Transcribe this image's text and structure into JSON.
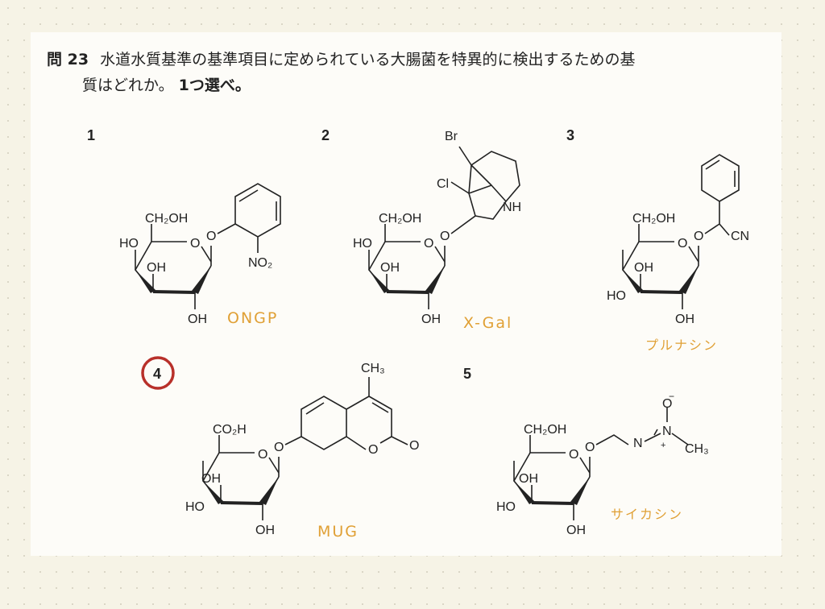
{
  "question": {
    "number": "問 23",
    "line1": "水道水質基準の基準項目に定められている大腸菌を特異的に検出するための基",
    "line2": "質はどれか。",
    "line2_bold": "1つ選べ。"
  },
  "options": [
    {
      "number": "1",
      "labels": {
        "top": "CH₂OH",
        "ho": "HO",
        "oh_mid": "OH",
        "oh_bottom": "OH",
        "ring_o": "O",
        "link_o": "O",
        "sub": "NO₂"
      },
      "note": "ONGP"
    },
    {
      "number": "2",
      "labels": {
        "top": "CH₂OH",
        "ho": "HO",
        "oh_mid": "OH",
        "oh_bottom": "OH",
        "ring_o": "O",
        "link_o": "O",
        "br": "Br",
        "cl": "Cl",
        "nh": "NH"
      },
      "note": "X-Gal"
    },
    {
      "number": "3",
      "labels": {
        "top": "CH₂OH",
        "ho": "HO",
        "oh_mid": "OH",
        "oh_bottom": "OH",
        "ring_o": "O",
        "link_o": "O",
        "cn": "CN"
      },
      "note": "プルナシン"
    },
    {
      "number": "4",
      "labels": {
        "top": "CO₂H",
        "ho": "HO",
        "oh_mid": "OH",
        "oh_bottom": "OH",
        "ring_o": "O",
        "link_o": "O",
        "ch3": "CH₃",
        "lac_o": "O",
        "co": "O"
      },
      "note": "MUG"
    },
    {
      "number": "5",
      "labels": {
        "top": "CH₂OH",
        "ho": "HO",
        "oh_mid": "OH",
        "oh_bottom": "OH",
        "ring_o": "O",
        "link_o": "O",
        "n1": "N",
        "n2": "N",
        "plus": "+",
        "ominus": "O",
        "minus": "−",
        "ch3": "CH₃"
      },
      "note": "サイカシン"
    }
  ],
  "colors": {
    "annotation": "#e0a035",
    "circle": "#b8302a"
  }
}
